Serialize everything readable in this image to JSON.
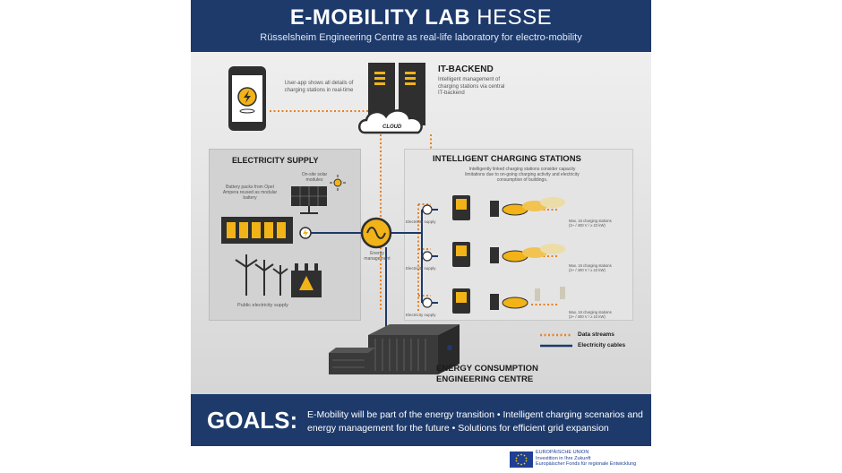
{
  "header": {
    "title_bold": "E-MOBILITY LAB",
    "title_light": "HESSE",
    "subtitle": "Rüsselsheim Engineering Centre as real-life laboratory for electro-mobility"
  },
  "app": {
    "caption": "User-app shows all details of charging stations in real-time"
  },
  "it_backend": {
    "heading": "IT-BACKEND",
    "text": "Intelligent management of charging stations via central IT-backend",
    "cloud_label": "CLOUD"
  },
  "electricity_supply": {
    "heading": "ELECTRICITY SUPPLY",
    "solar_label": "On-site solar modules",
    "battery_label": "Battery packs from Opel Ampera reused as modular battery",
    "public_label": "Public electricity supply"
  },
  "energy_management": {
    "label": "Energy management"
  },
  "charging": {
    "heading": "INTELLIGENT CHARGING STATIONS",
    "text": "Intelligently linked charging stations consider capacity limitations due to on-going charging activity and electricity consumption of buildings.",
    "rows": [
      {
        "supply_label": "Electricity supply",
        "spec_line1": "Max. 16 charging stations",
        "spec_line2": "(3~ / 400 V / ≥ 22 kW)"
      },
      {
        "supply_label": "Electricity supply",
        "spec_line1": "Max. 16 charging stations",
        "spec_line2": "(3~ / 400 V / ≥ 22 kW)"
      },
      {
        "supply_label": "Electricity supply",
        "spec_line1": "Max. 16 charging stations",
        "spec_line2": "(3~ / 400 V / ≥ 22 kW)"
      }
    ]
  },
  "legend": {
    "data_streams": "Data streams",
    "electricity_cables": "Electricity cables"
  },
  "consumption": {
    "line1": "ENERGY CONSUMPTION",
    "line2": "ENGINEERING CENTRE"
  },
  "goals": {
    "title": "GOALS:",
    "text": "E-Mobility will be part of the energy transition • Intelligent charging scenarios and energy management for the future • Solutions for efficient grid expansion"
  },
  "eu": {
    "line1": "EUROPÄISCHE UNION",
    "line2": "Investition in Ihre Zukunft",
    "line3": "Europäischer Fonds für regionale Entwicklung"
  },
  "colors": {
    "navy": "#1d3a6b",
    "orange": "#e8821f",
    "yellow_car": "#f2b318",
    "cable_blue": "#1d3a6b"
  }
}
